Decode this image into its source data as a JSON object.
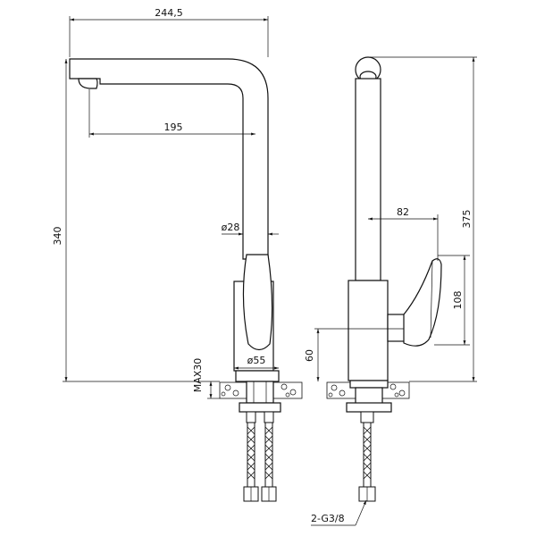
{
  "dimensions": {
    "overall_width": "244,5",
    "spout_reach": "195",
    "body_height": "340",
    "spout_diameter": "ø28",
    "base_diameter": "ø55",
    "max_counter_thickness": "MAX30",
    "total_height": "375",
    "handle_offset": "82",
    "handle_height": "108",
    "handle_base_height": "60",
    "hose_connection": "2-G3/8"
  }
}
